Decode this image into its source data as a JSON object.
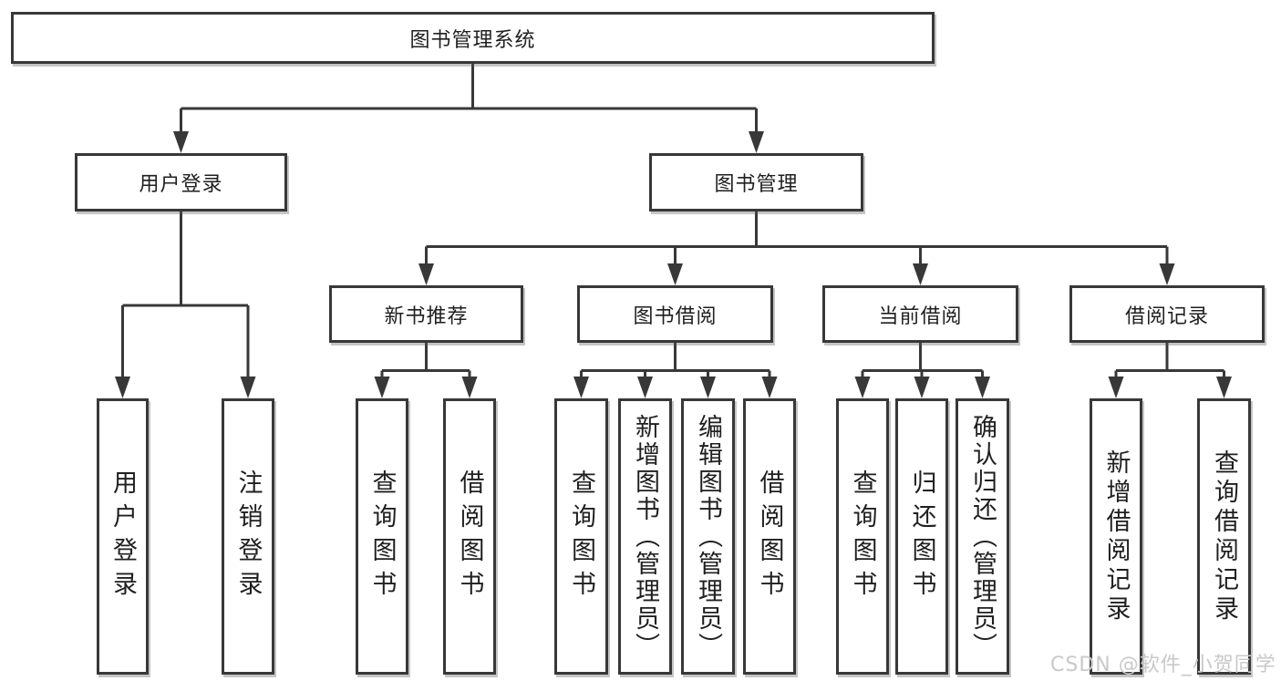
{
  "diagram_title": "图书管理系统",
  "tree": {
    "root": {
      "label": "图书管理系统",
      "children": [
        {
          "label": "用户登录",
          "children": [
            {
              "label": "用户登录"
            },
            {
              "label": "注销登录"
            }
          ]
        },
        {
          "label": "图书管理",
          "children": [
            {
              "label": "新书推荐",
              "children": [
                {
                  "label": "查询图书"
                },
                {
                  "label": "借阅图书"
                }
              ]
            },
            {
              "label": "图书借阅",
              "children": [
                {
                  "label": "查询图书"
                },
                {
                  "label": "新增图书（管理员）"
                },
                {
                  "label": "编辑图书（管理员）"
                },
                {
                  "label": "借阅图书"
                }
              ]
            },
            {
              "label": "当前借阅",
              "children": [
                {
                  "label": "查询图书"
                },
                {
                  "label": "归还图书"
                },
                {
                  "label": "确认归还（管理员）"
                }
              ]
            },
            {
              "label": "借阅记录",
              "children": [
                {
                  "label": "新增借阅记录"
                },
                {
                  "label": "查询借阅记录"
                }
              ]
            }
          ]
        }
      ]
    }
  },
  "watermark": {
    "text": "CSDN @软件_小贺同学"
  },
  "colors": {
    "line": "#383838",
    "box_border": "#383838",
    "box_background": "#ffffff",
    "text": "#1f1f1f",
    "watermark": "#c9c9c9"
  }
}
